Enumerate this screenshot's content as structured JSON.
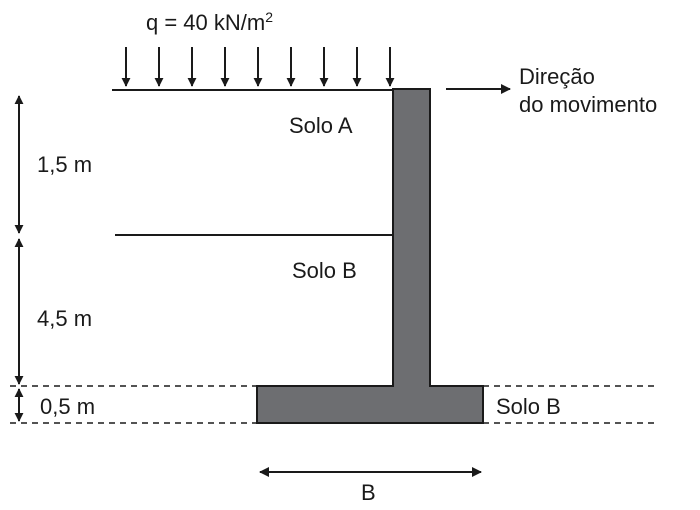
{
  "load": {
    "prefix": "q = 40 kN/m",
    "exponent": "2"
  },
  "direction": {
    "line1": "Direção",
    "line2": "do movimento"
  },
  "soils": {
    "upper": "Solo A",
    "middle": "Solo B",
    "right": "Solo B"
  },
  "dimensions": {
    "h1": "1,5 m",
    "h2": "4,5 m",
    "h3": "0,5 m",
    "base": "B"
  },
  "colors": {
    "wall": "#6d6e71",
    "line": "#1a1a1a"
  }
}
